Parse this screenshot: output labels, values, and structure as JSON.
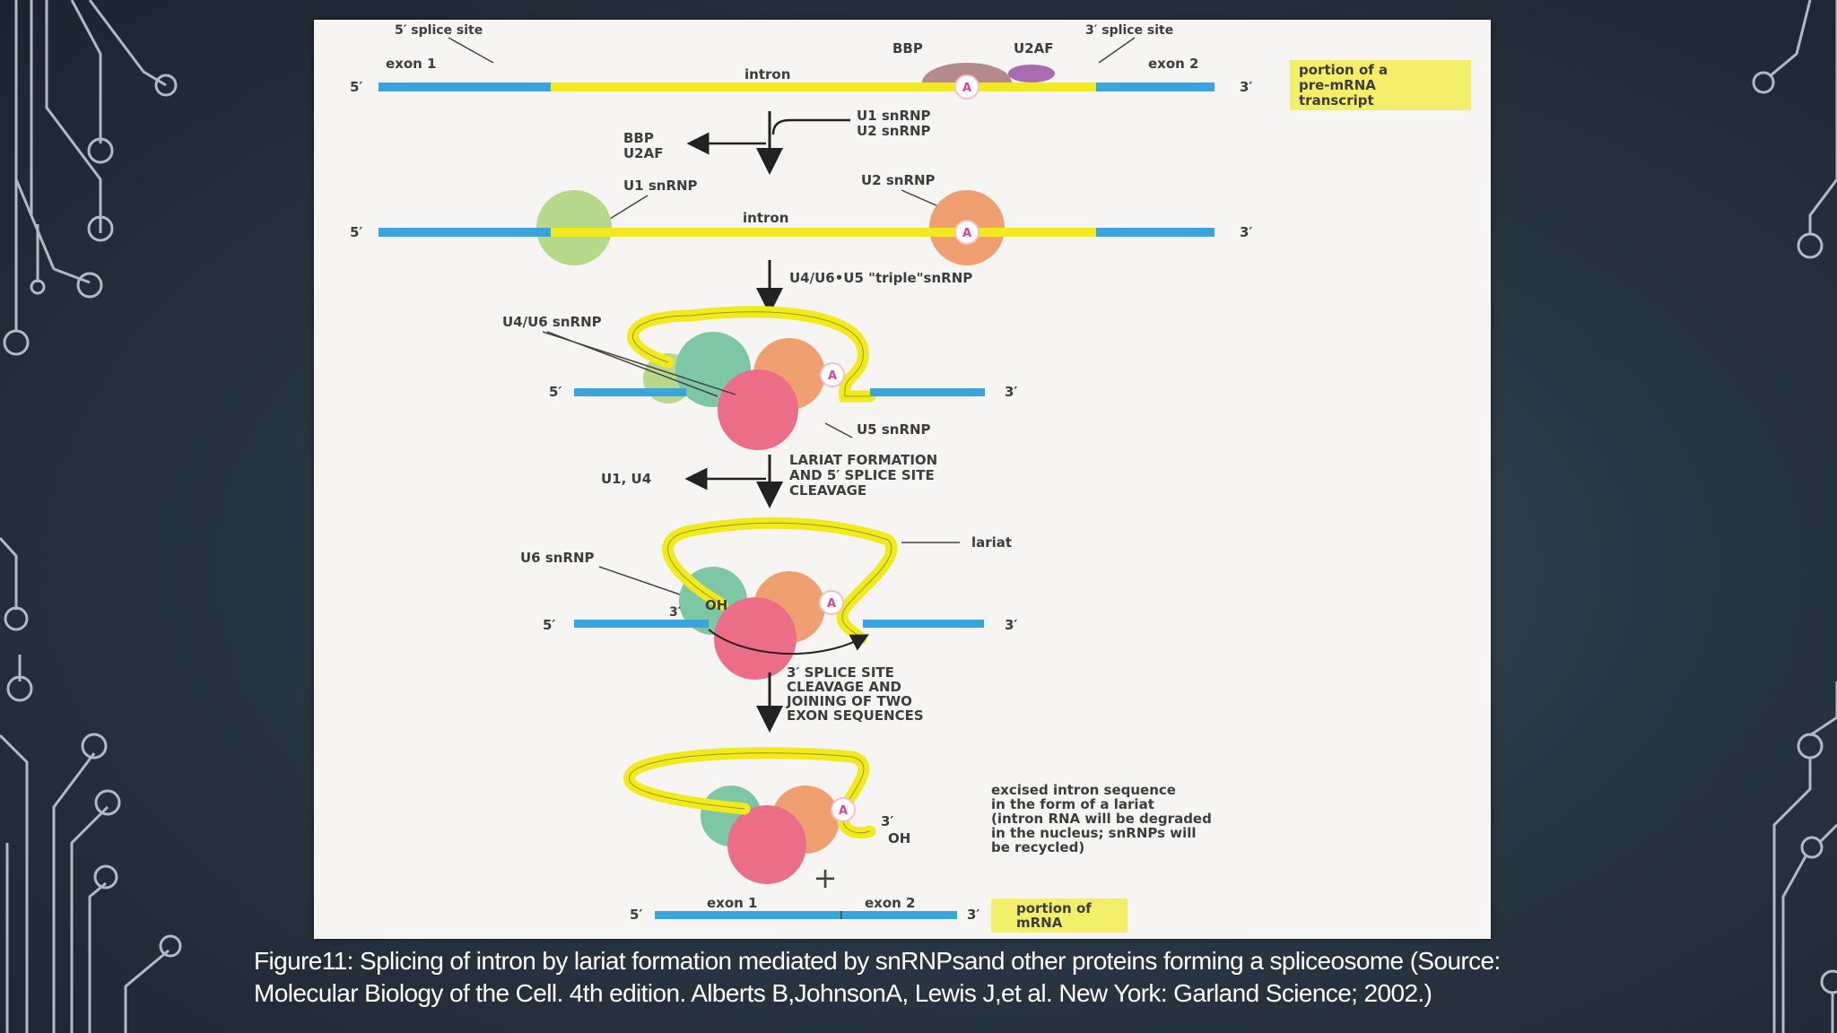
{
  "diagram": {
    "top_labels": {
      "splice5": "5′ splice site",
      "splice3": "3′ splice site",
      "exon1": "exon 1",
      "exon2": "exon 2",
      "intron": "intron",
      "bbp": "BBP",
      "u2af": "U2AF",
      "five_prime": "5′",
      "three_prime": "3′",
      "branch_a": "A"
    },
    "box_top": [
      "portion of a",
      "pre-mRNA",
      "transcript"
    ],
    "step1": {
      "added": [
        "U1 snRNP",
        "U2 snRNP"
      ],
      "released": [
        "BBP",
        "U2AF"
      ]
    },
    "stage2": {
      "u1": "U1 snRNP",
      "u2": "U2 snRNP",
      "intron": "intron"
    },
    "step2": "U4/U6•U5 \"triple\"snRNP",
    "stage3": {
      "u4u6": "U4/U6 snRNP",
      "u5": "U5 snRNP"
    },
    "step3": {
      "lines": [
        "LARIAT FORMATION",
        "AND 5′ SPLICE SITE",
        "CLEAVAGE"
      ],
      "released": "U1, U4"
    },
    "stage4": {
      "u6": "U6 snRNP",
      "lariat": "lariat",
      "oh": "OH",
      "three": "3′"
    },
    "step4": [
      "3′ SPLICE SITE",
      "CLEAVAGE AND",
      "JOINING OF TWO",
      "EXON SEQUENCES"
    ],
    "stage5": {
      "excised": [
        "excised intron sequence",
        "in the form of a lariat",
        "(intron RNA will be degraded",
        "in the nucleus; snRNPs will",
        "be recycled)"
      ],
      "three": "3′",
      "oh": "OH",
      "plus": "+"
    },
    "mrna": {
      "exon1": "exon 1",
      "exon2": "exon 2"
    },
    "box_bottom": [
      "portion of",
      "mRNA"
    ]
  },
  "caption": {
    "line1": "Figure11: Splicing of intron by lariat formation mediated by snRNPsand other proteins forming a spliceosome (Source:",
    "line2": "Molecular Biology of the Cell. 4th edition. Alberts B,JohnsonA, Lewis J,et al. New York: Garland Science; 2002.)"
  },
  "colors": {
    "exon": "#3aa4dc",
    "intron": "#f1ea1e",
    "u1": "#b7d98b",
    "u2": "#f0a070",
    "u5": "#ec6d88",
    "u6": "#7ec7a4",
    "highlight_box": "#f4ef6b"
  }
}
